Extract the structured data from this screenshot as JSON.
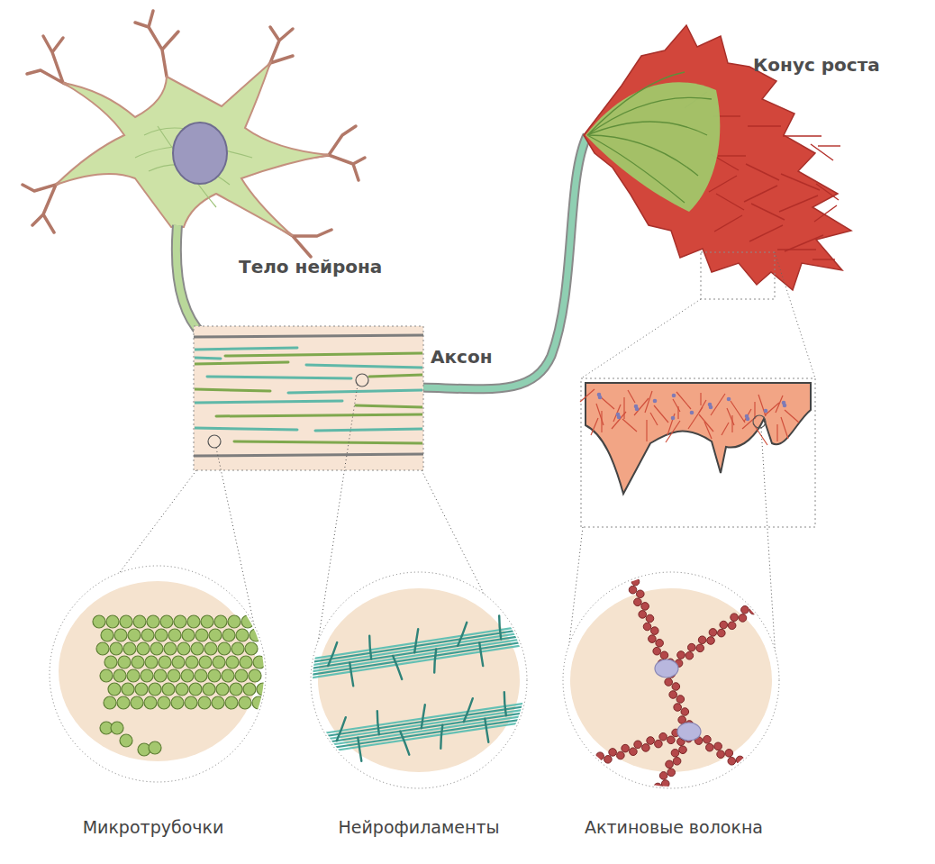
{
  "diagram": {
    "labels": [
      "Конус роста",
      "Тело нейрона",
      "Аксон",
      "Микротрубочки",
      "Нейрофиламенты",
      "Актиновые волокна"
    ]
  }
}
